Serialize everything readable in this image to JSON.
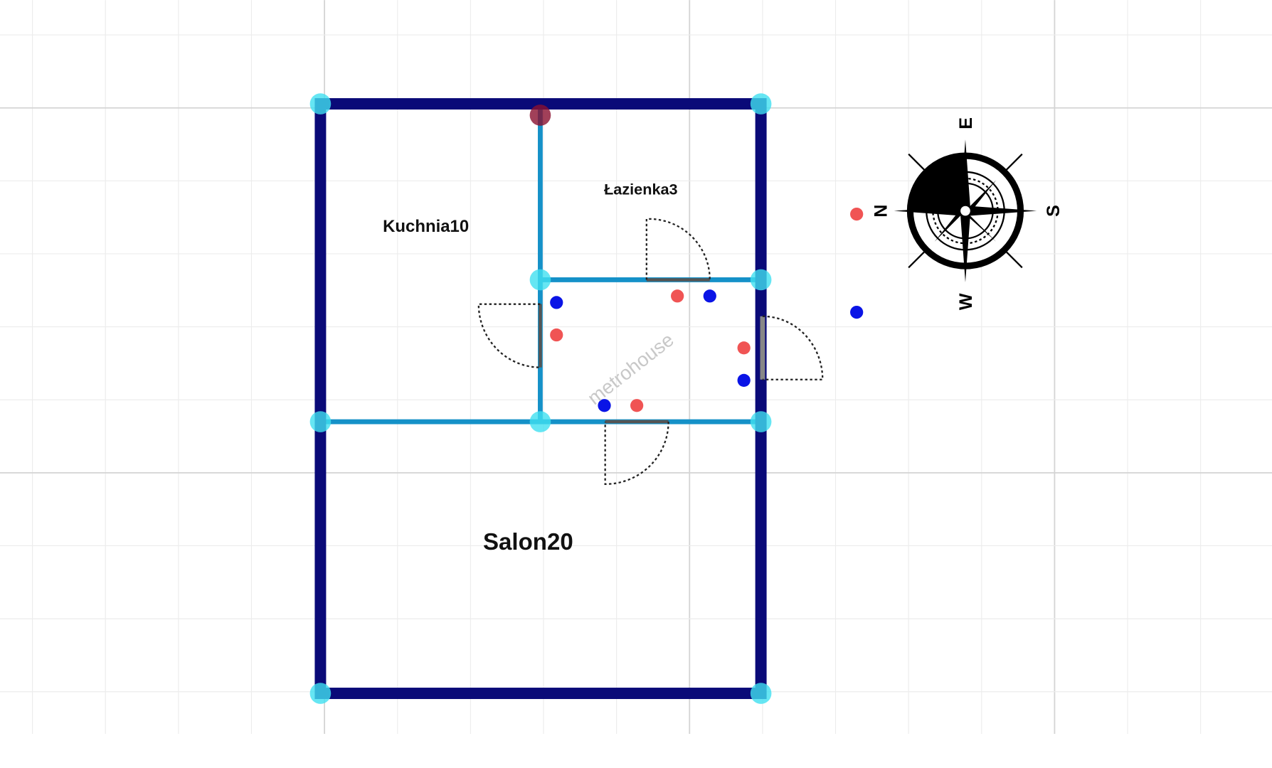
{
  "rooms": {
    "kitchen": "Kuchnia10",
    "bathroom": "Łazienka3",
    "living_room": "Salon20"
  },
  "compass": {
    "north": "N",
    "east": "E",
    "south": "S",
    "west": "W"
  },
  "watermark": "metrohouse",
  "colors": {
    "outer_wall": "#0a0a78",
    "inner_wall": "#1591c8",
    "node": "#40e0f0",
    "red_dot": "#f05454",
    "blue_dot": "#0a14e6",
    "grid": "#e6e6e6"
  }
}
